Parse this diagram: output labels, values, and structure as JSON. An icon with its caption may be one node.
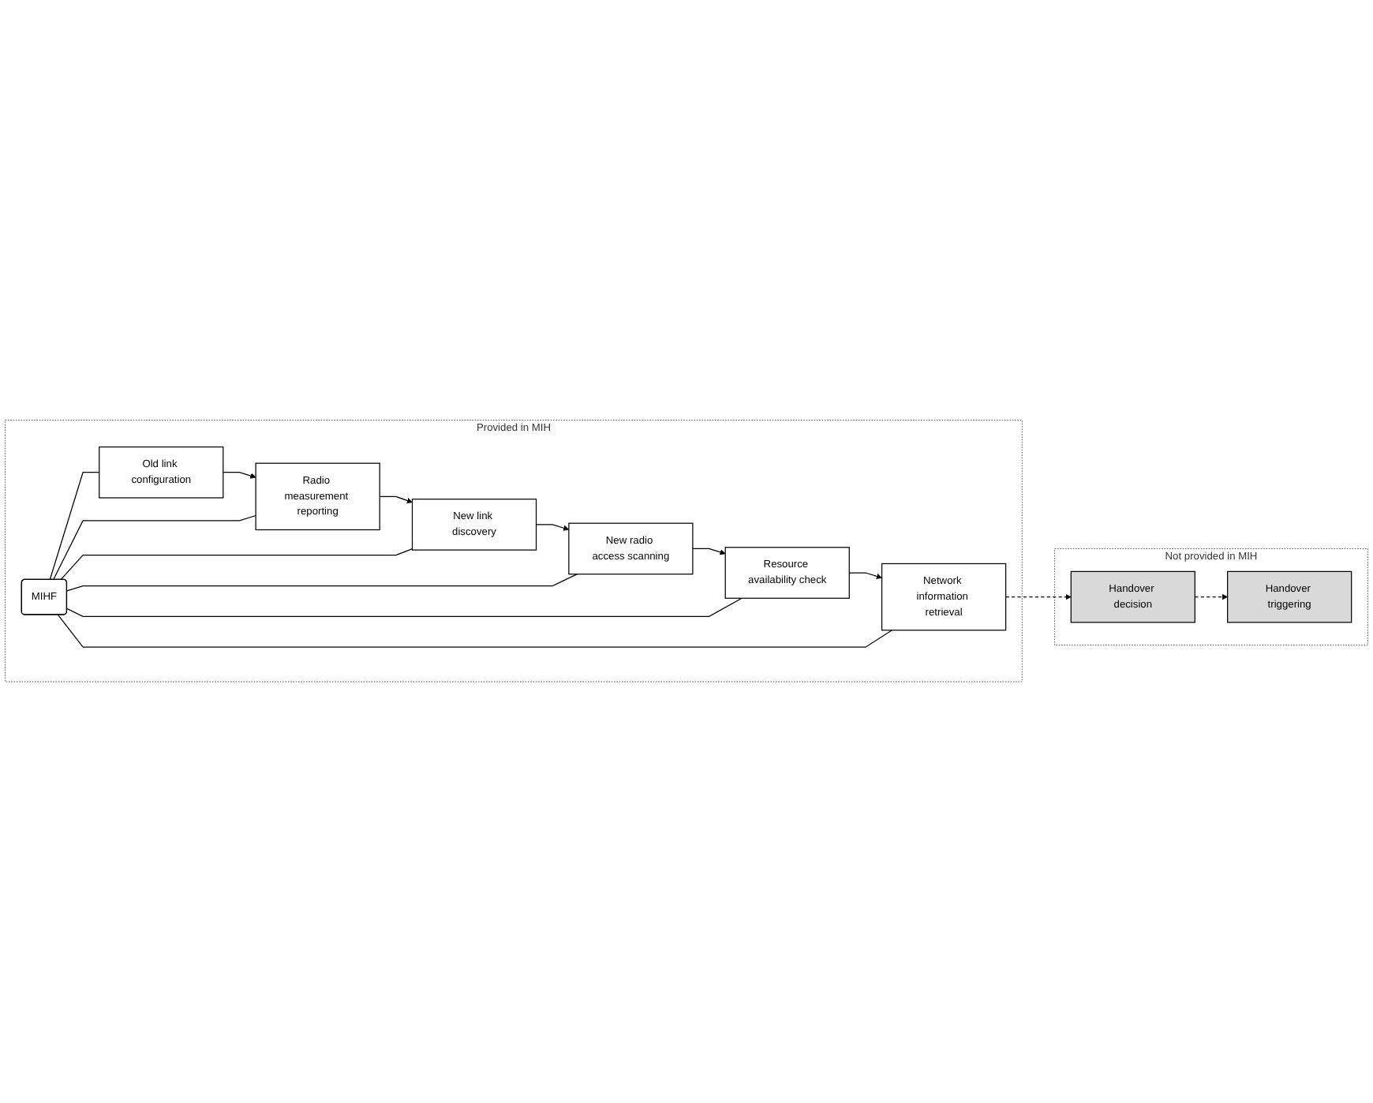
{
  "diagram": {
    "nodes": [
      {
        "text": [
          "Provided in MIH"
        ]
      },
      {
        "text": [
          "New link discovery"
        ],
        "in": 0
      },
      {
        "text": [
          "New radio access scanning"
        ],
        "in": 0
      },
      {
        "text": [
          "Radio measurement reporting"
        ],
        "in": 0
      },
      {
        "text": [
          "Resource availability check"
        ],
        "in": 0
      },
      {
        "text": [
          "MIHF"
        ],
        "in": 0
      },
      {
        "text": [
          "Network information retrieval"
        ],
        "in": 0
      },
      {
        "text": [
          "Old link configuration"
        ],
        "in": 0
      },
      {
        "text": [
          "Not provided in MIH"
        ]
      },
      {
        "text": [
          "Handover triggering"
        ],
        "in": 8
      },
      {
        "text": [
          "Handover decision"
        ],
        "in": 8
      }
    ],
    "edges": [
      {
        "from": 1,
        "to": 2,
        "arrow": "to"
      },
      {
        "from": 2,
        "to": 4,
        "arrow": "to"
      },
      {
        "from": 4,
        "to": 6,
        "arrow": "to"
      },
      {
        "from": 3,
        "to": 1,
        "arrow": "to"
      },
      {
        "from": 7,
        "to": 3,
        "arrow": "to"
      },
      {
        "from": 5,
        "to": 1,
        "arrow": "none"
      },
      {
        "from": 5,
        "to": 2,
        "arrow": "none"
      },
      {
        "from": 5,
        "to": 3,
        "arrow": "none"
      },
      {
        "from": 5,
        "to": 4,
        "arrow": "none"
      },
      {
        "from": 5,
        "to": 6,
        "arrow": "none"
      },
      {
        "from": 5,
        "to": 7,
        "arrow": "none"
      },
      {
        "from": 6,
        "to": 10,
        "arrow": "to",
        "style": "dashed"
      },
      {
        "from": 10,
        "to": 9,
        "arrow": "to",
        "style": "dashed"
      }
    ]
  }
}
